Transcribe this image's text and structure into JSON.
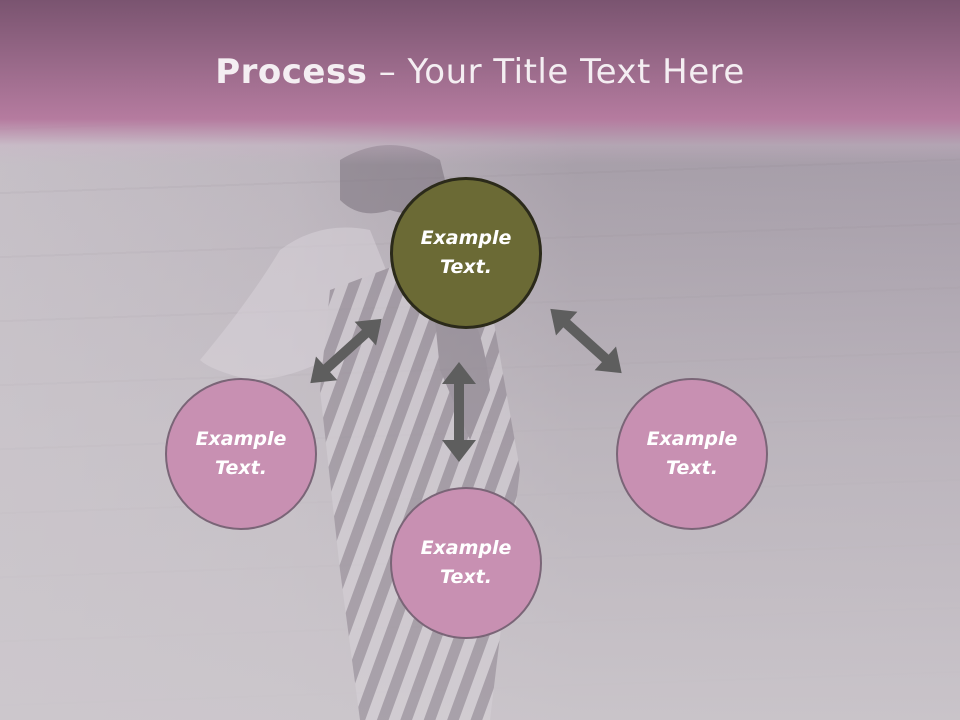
{
  "slide": {
    "title_bold": "Process",
    "title_rest": " – Your Title Text Here"
  },
  "nodes": {
    "center": "Example\nText.",
    "left": "Example\nText.",
    "bottom": "Example\nText.",
    "right": "Example\nText."
  },
  "colors": {
    "header": "#b57b9f",
    "center_node": "#6b6a35",
    "outer_node": "#c890b2",
    "arrow": "#5e5e5e"
  }
}
